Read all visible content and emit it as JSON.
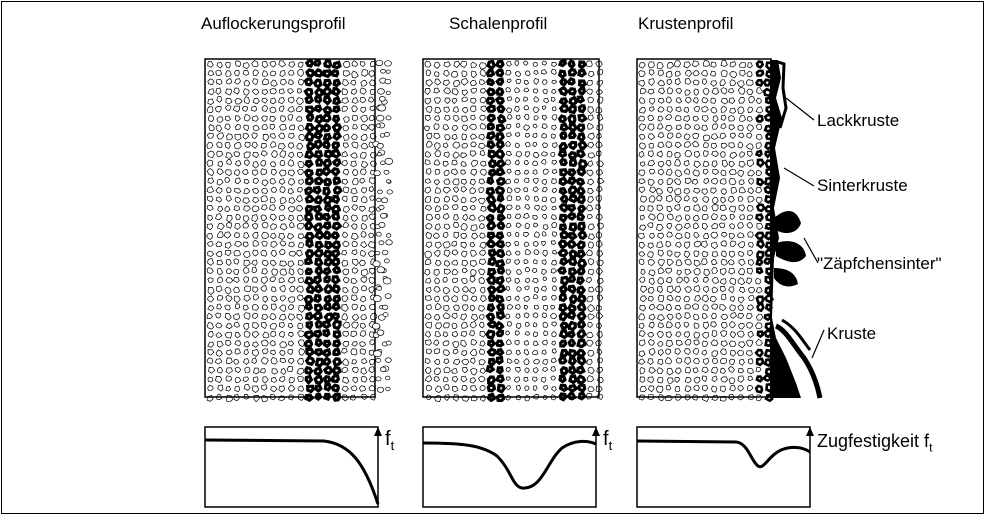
{
  "titles": [
    "Auflockerungsprofil",
    "Schalenprofil",
    "Krustenprofil"
  ],
  "labels": {
    "lackkruste": "Lackkruste",
    "sinterkruste": "Sinterkruste",
    "zaepfchen": "\"Zäpfchensinter\"",
    "kruste": "Kruste",
    "zugfestigkeit": "Zugfestigkeit f",
    "zugfestigkeit_sub": "t"
  },
  "axis_symbol": "f",
  "axis_subscript": "t",
  "colors": {
    "ink": "#000000",
    "paper": "#ffffff"
  }
}
